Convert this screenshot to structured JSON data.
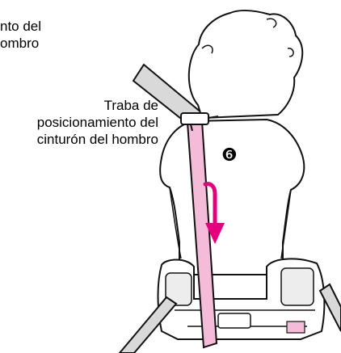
{
  "top_label": [
    "nto del",
    "ombro"
  ],
  "callout": [
    "Traba de",
    "posicionamiento del",
    "cinturón del hombro"
  ],
  "step_number": "❻",
  "colors": {
    "belt_pink": "#f4bcd9",
    "arrow_magenta": "#e4007c",
    "outline": "#111111",
    "belt_gray": "#d9d9d9"
  }
}
